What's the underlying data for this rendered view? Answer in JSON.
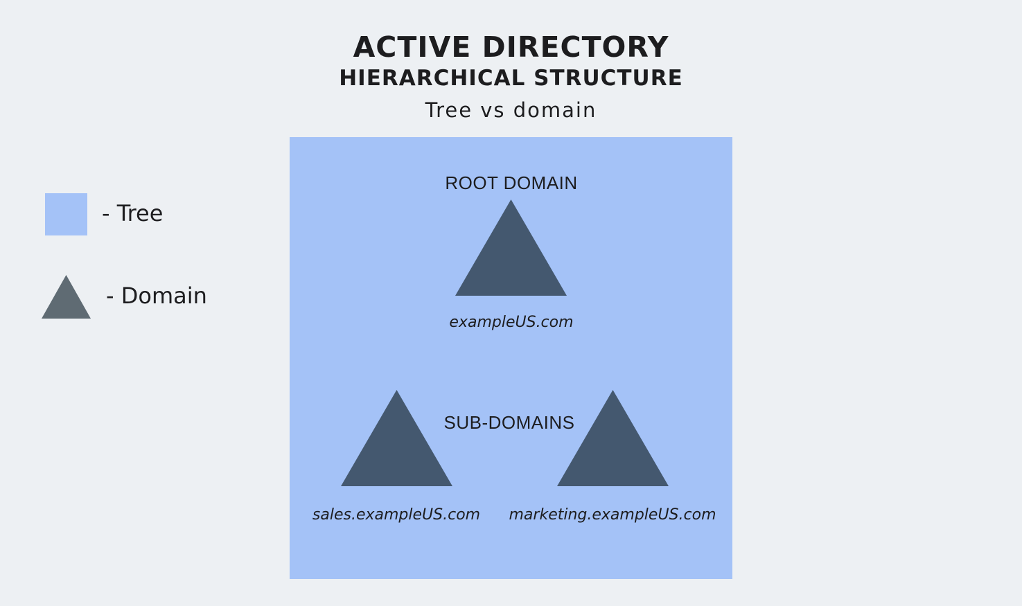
{
  "header": {
    "title": "ACTIVE DIRECTORY",
    "subtitle": "HIERARCHICAL STRUCTURE",
    "tagline": "Tree vs domain"
  },
  "legend": {
    "tree_label": "- Tree",
    "domain_label": "- Domain",
    "tree_color": "#a4c2f7",
    "domain_icon_color": "#5f6b73"
  },
  "diagram": {
    "tree_color": "#a4c2f7",
    "domain_color": "#44586f",
    "root_label": "ROOT DOMAIN",
    "root_domain": "exampleUS.com",
    "subdomains_label": "SUB-DOMAINS",
    "subdomains": [
      {
        "name": "sales.exampleUS.com",
        "icon": "domain-triangle-icon"
      },
      {
        "name": "marketing.exampleUS.com",
        "icon": "domain-triangle-icon"
      }
    ]
  }
}
